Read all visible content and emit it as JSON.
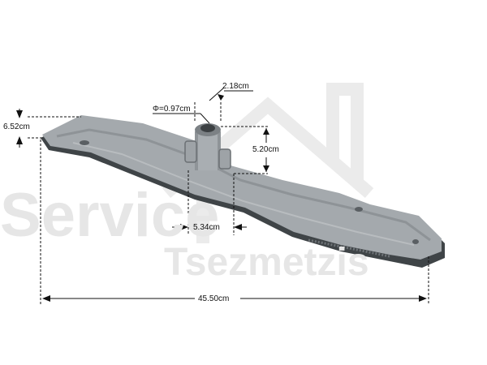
{
  "watermark": {
    "line1": "Service",
    "line2": "Tsezmetzis",
    "color": "#e6e6e6"
  },
  "dimensions": {
    "nozzle_outer": "2.18cm",
    "nozzle_inner": "Φ=0.97cm",
    "arm_height": "6.52cm",
    "hub_height": "5.20cm",
    "hub_base": "5.34cm",
    "total_length": "45.50cm"
  },
  "colors": {
    "arm_top": "#a4a9ad",
    "arm_edge": "#3f4447",
    "dimension_lines": "#111111"
  }
}
